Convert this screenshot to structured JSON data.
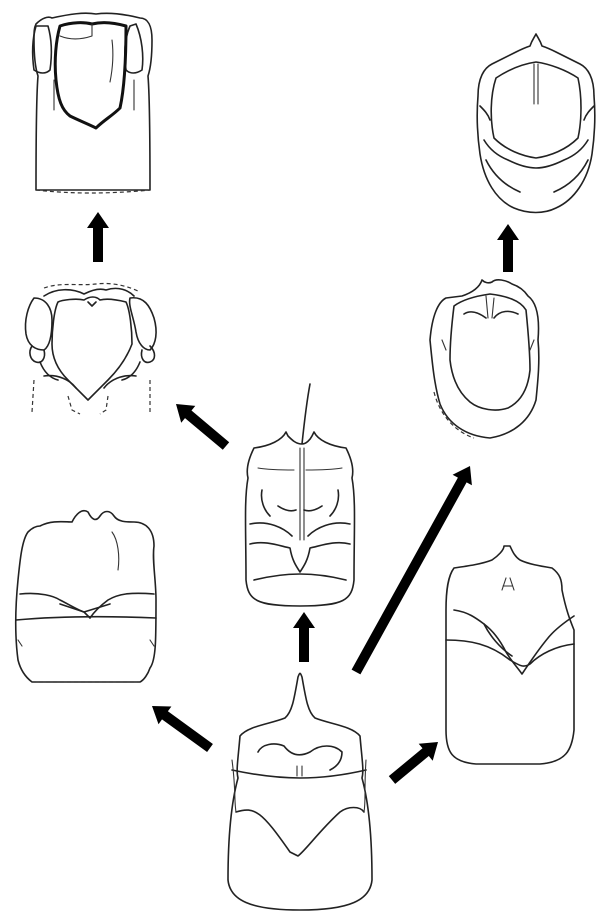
{
  "figure": {
    "background": "#ffffff",
    "stroke_color": "#222222",
    "arrow_color": "#000000",
    "nodes": [
      {
        "id": "ancestral",
        "name": "ancestral-shield-outline"
      },
      {
        "id": "center",
        "name": "spined-shield-outline"
      },
      {
        "id": "left-mid",
        "name": "notched-shield-outline"
      },
      {
        "id": "left-upper",
        "name": "lobed-shield-outline"
      },
      {
        "id": "left-top",
        "name": "rectangular-shield-outline"
      },
      {
        "id": "right-mid",
        "name": "broad-shield-outline"
      },
      {
        "id": "right-upper",
        "name": "rounded-shield-outline"
      },
      {
        "id": "right-top",
        "name": "crested-shield-outline"
      }
    ],
    "edges": [
      {
        "from": "ancestral",
        "to": "left-mid"
      },
      {
        "from": "ancestral",
        "to": "center"
      },
      {
        "from": "ancestral",
        "to": "right-upper"
      },
      {
        "from": "ancestral",
        "to": "right-mid"
      },
      {
        "from": "center",
        "to": "left-upper"
      },
      {
        "from": "left-upper",
        "to": "left-top"
      },
      {
        "from": "right-upper",
        "to": "right-top"
      }
    ]
  }
}
